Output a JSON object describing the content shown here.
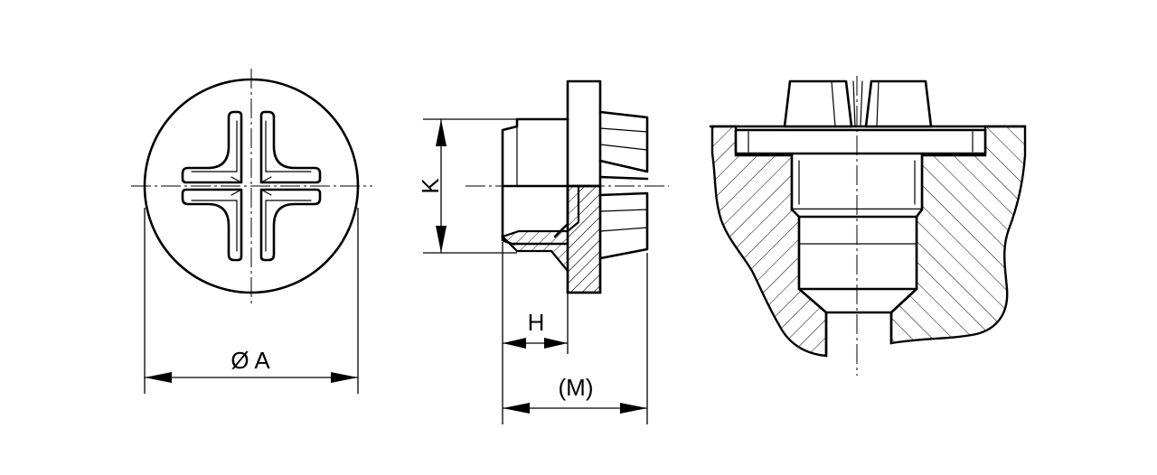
{
  "labels": {
    "diameter": "Ø A",
    "height": "K",
    "head_thickness": "H",
    "length": "(M)"
  },
  "colors": {
    "line": "#000000",
    "background": "#ffffff"
  }
}
